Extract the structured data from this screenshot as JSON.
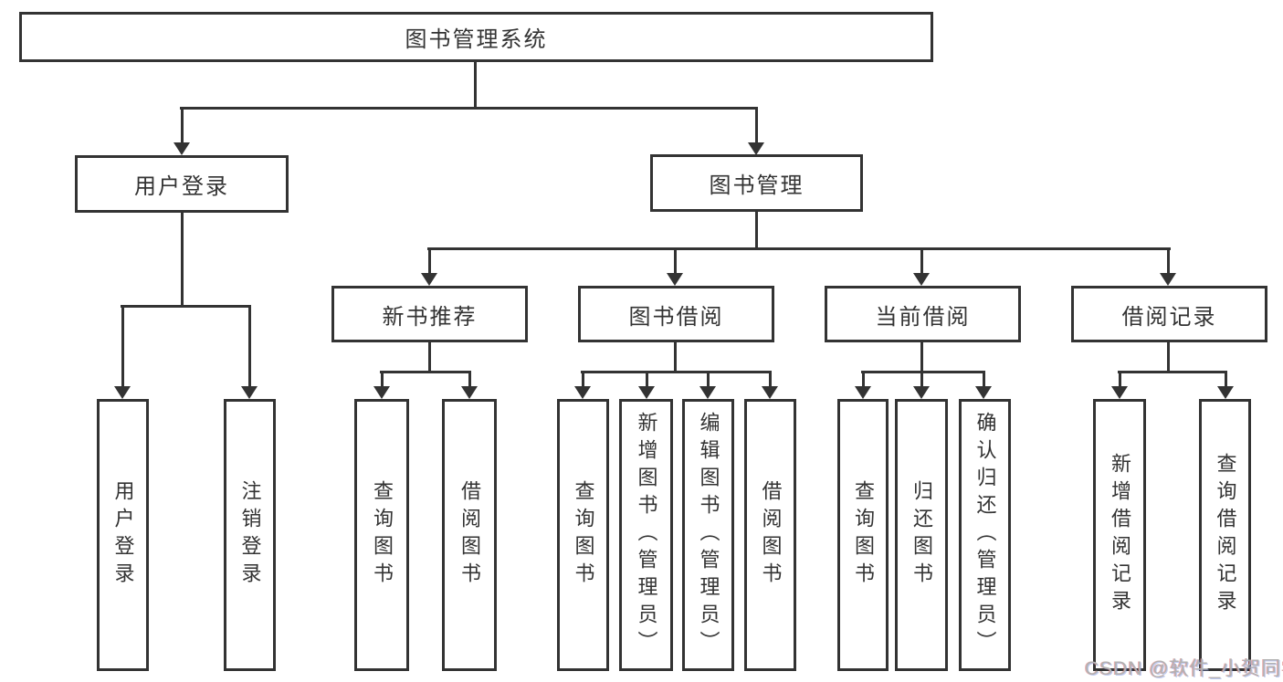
{
  "tree": {
    "root": {
      "label": "图书管理系统"
    },
    "branches": [
      {
        "label": "用户登录",
        "children": [
          {
            "label": "用户登录"
          },
          {
            "label": "注销登录"
          }
        ]
      },
      {
        "label": "图书管理",
        "children": [
          {
            "label": "新书推荐",
            "children": [
              {
                "label": "查询图书"
              },
              {
                "label": "借阅图书"
              }
            ]
          },
          {
            "label": "图书借阅",
            "children": [
              {
                "label": "查询图书"
              },
              {
                "label": "新增图书（管理员）"
              },
              {
                "label": "编辑图书（管理员）"
              },
              {
                "label": "借阅图书"
              }
            ]
          },
          {
            "label": "当前借阅",
            "children": [
              {
                "label": "查询图书"
              },
              {
                "label": "归还图书"
              },
              {
                "label": "确认归还（管理员）"
              }
            ]
          },
          {
            "label": "借阅记录",
            "children": [
              {
                "label": "新增借阅记录"
              },
              {
                "label": "查询借阅记录"
              }
            ]
          }
        ]
      }
    ]
  },
  "watermark": {
    "text": "CSDN @软件_小贺同学"
  },
  "colors": {
    "line": "#333333",
    "text": "#333333",
    "watermark": "#b2b2b2",
    "background": "#ffffff"
  }
}
